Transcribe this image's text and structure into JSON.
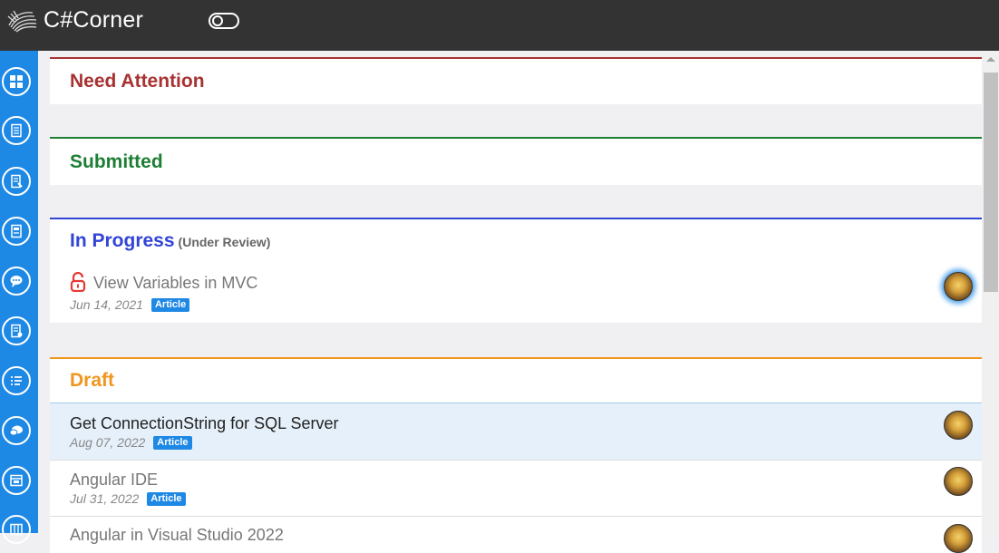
{
  "brand": {
    "name": "C#Corner"
  },
  "colors": {
    "topbar": "#333333",
    "sidebar": "#1e88e5",
    "need_attention": "#a83232",
    "submitted": "#1e7e34",
    "in_progress": "#3244d6",
    "draft": "#f0961e",
    "badge": "#1e88e5"
  },
  "sidebar": {
    "items": [
      {
        "icon": "dashboard-icon"
      },
      {
        "icon": "article-icon"
      },
      {
        "icon": "blog-icon"
      },
      {
        "icon": "news-icon"
      },
      {
        "icon": "forum-icon"
      },
      {
        "icon": "resource-icon"
      },
      {
        "icon": "list-icon"
      },
      {
        "icon": "interview-icon"
      },
      {
        "icon": "video-icon"
      },
      {
        "icon": "book-icon"
      }
    ]
  },
  "sections": {
    "need_attention": {
      "title": "Need Attention"
    },
    "submitted": {
      "title": "Submitted"
    },
    "in_progress": {
      "title": "In Progress",
      "note": "(Under Review)",
      "items": [
        {
          "title": "View Variables in MVC",
          "date": "Jun 14, 2021",
          "type": "Article",
          "icon": "lock-open-icon"
        }
      ]
    },
    "draft": {
      "title": "Draft",
      "items": [
        {
          "title": "Get ConnectionString for SQL Server",
          "date": "Aug 07, 2022",
          "type": "Article"
        },
        {
          "title": "Angular IDE",
          "date": "Jul 31, 2022",
          "type": "Article"
        },
        {
          "title": "Angular in Visual Studio 2022",
          "date": "",
          "type": ""
        }
      ]
    }
  }
}
